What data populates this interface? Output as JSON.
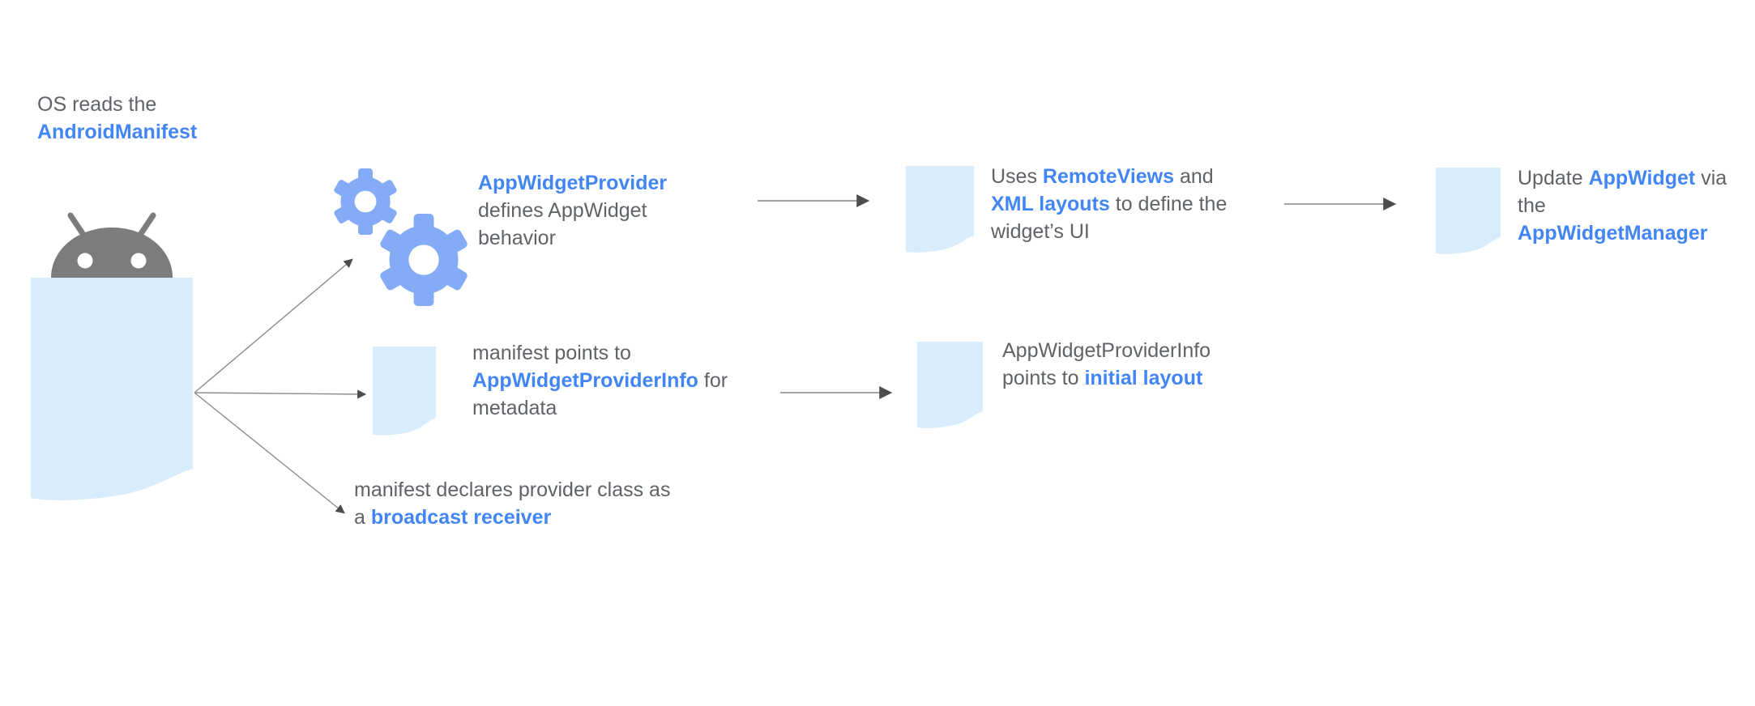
{
  "colors": {
    "background": "#FFFFFF",
    "blue": "#4285F4",
    "gray": "#5F6368",
    "doc_fill": "#D8ECFB",
    "gear_blue": "#84ACF6",
    "robot_gray": "#7C7C7C",
    "arrow_gray": "#8C8C8C",
    "arrowhead": "#4D4D4D"
  },
  "icons": {
    "robot": "android-robot-icon",
    "manifest_document": "document-icon",
    "gears": "gear-icon",
    "small_documents": "document-icon",
    "connectors": "arrow-icon"
  },
  "os_label": {
    "lines": [
      [
        {
          "t": "OS reads the",
          "s": "gray"
        }
      ],
      [
        {
          "t": "AndroidManifest",
          "s": "blue",
          "n": "androidmanifest-link"
        }
      ]
    ]
  },
  "provider_block": {
    "lines": [
      [
        {
          "t": "AppWidgetProvider",
          "s": "blue",
          "n": "appwidgetprovider-link"
        }
      ],
      [
        {
          "t": "defines AppWidget",
          "s": "gray"
        }
      ],
      [
        {
          "t": "behavior",
          "s": "gray"
        }
      ]
    ]
  },
  "remoteviews_block": {
    "lines": [
      [
        {
          "t": "Uses ",
          "s": "gray"
        },
        {
          "t": "RemoteViews",
          "s": "blue",
          "n": "remoteviews-link"
        },
        {
          "t": " and",
          "s": "gray"
        }
      ],
      [
        {
          "t": "XML layouts",
          "s": "blue",
          "n": "xml-layouts-link"
        },
        {
          "t": " to define the",
          "s": "gray"
        }
      ],
      [
        {
          "t": "widget’s UI",
          "s": "gray"
        }
      ]
    ]
  },
  "update_block": {
    "lines": [
      [
        {
          "t": "Update ",
          "s": "gray"
        },
        {
          "t": "AppWidget",
          "s": "blue",
          "n": "appwidget-link"
        },
        {
          "t": " via",
          "s": "gray"
        }
      ],
      [
        {
          "t": "the",
          "s": "gray"
        }
      ],
      [
        {
          "t": "AppWidgetManager",
          "s": "blue",
          "n": "appwidgetmanager-link"
        }
      ]
    ]
  },
  "providerinfo_block": {
    "lines": [
      [
        {
          "t": "manifest points to",
          "s": "gray"
        }
      ],
      [
        {
          "t": "AppWidgetProviderInfo",
          "s": "blue",
          "n": "appwidgetproviderinfo-link"
        },
        {
          "t": " for",
          "s": "gray"
        }
      ],
      [
        {
          "t": "metadata",
          "s": "gray"
        }
      ]
    ]
  },
  "initiallayout_block": {
    "lines": [
      [
        {
          "t": "AppWidgetProviderInfo",
          "s": "gray"
        }
      ],
      [
        {
          "t": "points to ",
          "s": "gray"
        },
        {
          "t": "initial layout",
          "s": "blue",
          "n": "initial-layout-link"
        }
      ]
    ]
  },
  "broadcast_block": {
    "lines": [
      [
        {
          "t": "manifest declares provider class as",
          "s": "gray"
        }
      ],
      [
        {
          "t": "a ",
          "s": "gray"
        },
        {
          "t": "broadcast receiver",
          "s": "blue",
          "n": "broadcast-receiver-link"
        }
      ]
    ]
  }
}
